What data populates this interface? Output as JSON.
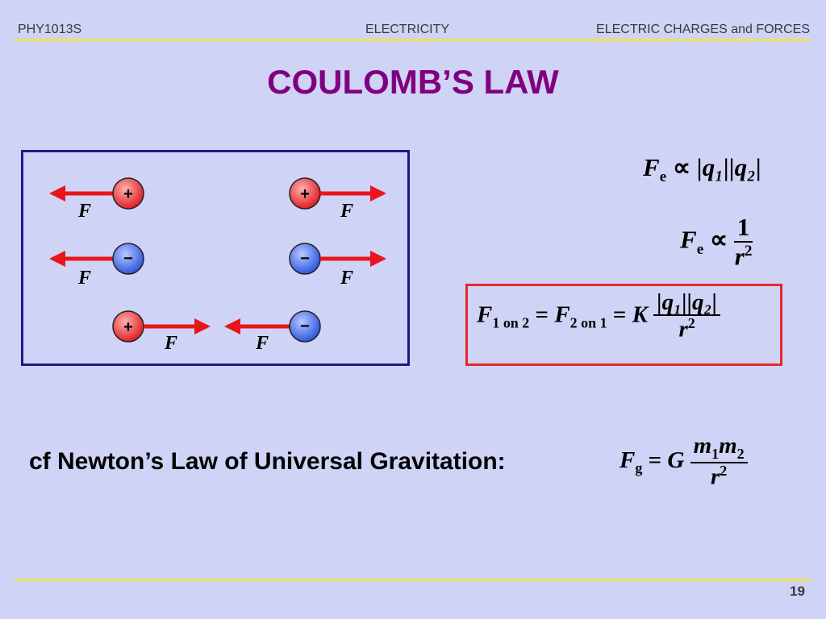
{
  "header": {
    "course": "PHY1013S",
    "topic": "ELECTRICITY",
    "section": "ELECTRIC CHARGES and FORCES"
  },
  "title": "COULOMB’S LAW",
  "diagram": {
    "force_label": "F",
    "plus_sign": "+",
    "minus_sign": "−",
    "colors": {
      "arrow": "#e8161b",
      "positive": "#e83438",
      "negative": "#3a63e8",
      "frame": "#1a1a8c"
    }
  },
  "equations": {
    "prop_charge": {
      "lhs": "F",
      "lhs_sub": "e",
      "rel": "∝",
      "rhs": "|q₁||q₂|"
    },
    "prop_distance": {
      "lhs": "F",
      "lhs_sub": "e",
      "rel": "∝",
      "numerator": "1",
      "denominator": "r",
      "denominator_sup": "2"
    },
    "coulomb": {
      "f1": "F",
      "f1_sub": "1 on 2",
      "eq1": "=",
      "f2": "F",
      "f2_sub": "2 on 1",
      "eq2": "=",
      "k": "K",
      "numerator": "|q₁||q₂|",
      "denominator": "r",
      "denominator_sup": "2"
    },
    "gravity": {
      "lhs": "F",
      "lhs_sub": "g",
      "eq": "=",
      "g": "G",
      "m1": "m",
      "m1_sub": "1",
      "m2": "m",
      "m2_sub": "2",
      "denominator": "r",
      "denominator_sup": "2"
    }
  },
  "comparison_text": "cf  Newton’s Law of Universal Gravitation:",
  "page_number": "19"
}
